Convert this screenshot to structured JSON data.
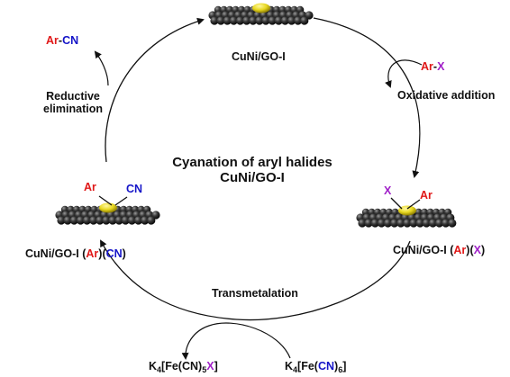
{
  "title": {
    "line1": "Cyanation of aryl halides",
    "line2": "CuNi/GO-I"
  },
  "catalyst": {
    "top_label": "CuNi/GO-I",
    "right_label_prefix": "CuNi/GO-I (",
    "left_label_prefix": "CuNi/GO-I ("
  },
  "groups": {
    "ar": "Ar",
    "cn": "CN",
    "x": "X",
    "dash": "-"
  },
  "steps": {
    "oxidative_addition": "Oxidative addition",
    "reductive_elimination_line1": "Reductive",
    "reductive_elimination_line2": "elimination",
    "transmetalation": "Transmetalation"
  },
  "reagents": {
    "k": "K",
    "k_sub": "4",
    "fe_open": "[Fe(",
    "cn5_close": ")",
    "five_sub": "5",
    "six_sub": "6",
    "bracket_close": "]",
    "paren_close": ")"
  },
  "colors": {
    "ar": "#e01818",
    "cn": "#1414c8",
    "x": "#a020c8",
    "metal": "#f0e020",
    "sheet": "#2a2a2a"
  }
}
